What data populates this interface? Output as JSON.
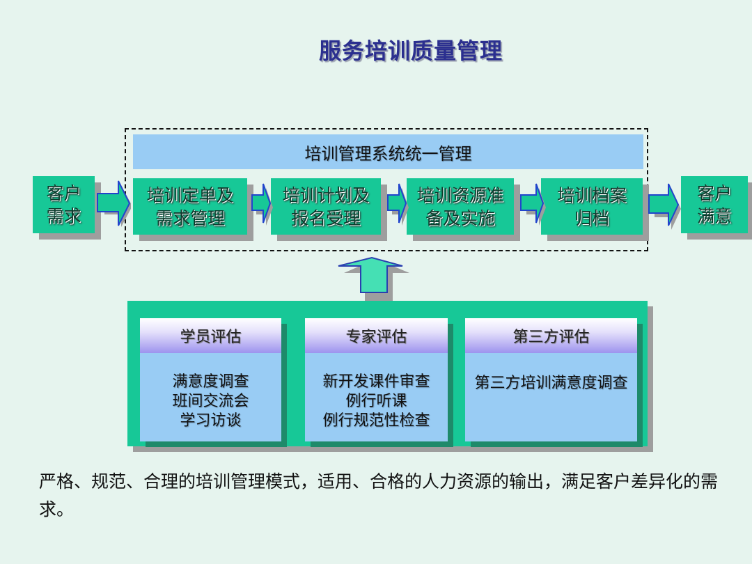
{
  "title": "服务培训质量管理",
  "system_bar": "培训管理系统统一管理",
  "flow": {
    "start": "客户\n需求",
    "steps": [
      "培训定单及\n需求管理",
      "培训计划及\n报名受理",
      "培训资源准\n备及实施",
      "培训档案\n归档"
    ],
    "end": "客户\n满意"
  },
  "evaluations": [
    {
      "header": "学员评估",
      "body": "满意度调查\n班间交流会\n学习访谈"
    },
    {
      "header": "专家评估",
      "body": "新开发课件审查\n例行听课\n例行规范性检查"
    },
    {
      "header": "第三方评估",
      "body": "第三方培训满意度调查"
    }
  ],
  "summary": "严格、规范、合理的培训管理模式，适用、合格的人力资源的输出，满足客户差异化的需求。",
  "colors": {
    "box": "#17c897",
    "system_bar": "#99ccf4",
    "title": "#2b2f8f",
    "arrow_outline": "#2244cc"
  }
}
